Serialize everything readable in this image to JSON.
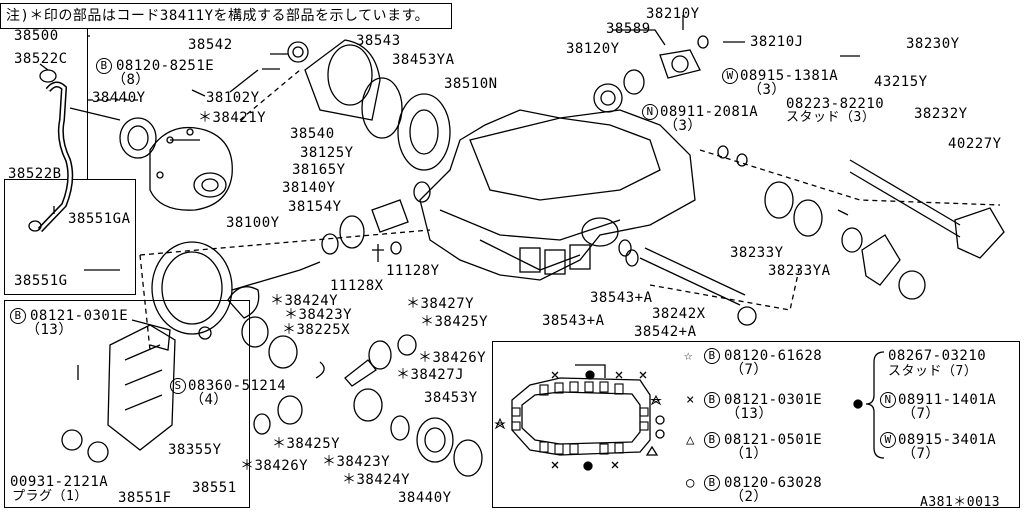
{
  "note": "注)＊印の部品はコード38411Yを構成する部品を示しています。",
  "labels": {
    "p38500": "38500",
    "p38522C": "38522C",
    "p38440Y_top": "38440Y",
    "p38522B": "38522B",
    "p38551GA": "38551GA",
    "p38551G": "38551G",
    "p38542_top": "38542",
    "p08120_8251E": "08120-8251E",
    "q8": "（8）",
    "p38102Y": "38102Y",
    "p38421Y": "＊38421Y",
    "p38543_top": "38543",
    "p38453YA": "38453YA",
    "p38540": "38540",
    "p38510N": "38510N",
    "p38125Y": "38125Y",
    "p38165Y": "38165Y",
    "p38140Y": "38140Y",
    "p38154Y": "38154Y",
    "p38100Y": "38100Y",
    "p11128Y": "11128Y",
    "p11128X": "11128X",
    "p38120Y": "38120Y",
    "p38589": "38589",
    "p38210Y": "38210Y",
    "p38210J": "38210J",
    "p38230Y": "38230Y",
    "p08915_1381A": "08915-1381A",
    "q3a": "（3）",
    "p43215Y": "43215Y",
    "p08911_2081A": "08911-2081A",
    "q3b": "（3）",
    "p08223_82210": "08223-82210",
    "stud3": "スタッド（3）",
    "p38232Y": "38232Y",
    "p40227Y": "40227Y",
    "p38233Y": "38233Y",
    "p38233YA": "38233YA",
    "p38543A_r": "38543+A",
    "p38242X": "38242X",
    "p38543A_l": "38543+A",
    "p38542A": "38542+A",
    "p08121_0301E": "08121-0301E",
    "q13": "（13）",
    "p38424Y_a": "＊38424Y",
    "p38423Y_a": "＊38423Y",
    "p38225X": "＊38225X",
    "p38427Y": "＊38427Y",
    "p38425Y_a": "＊38425Y",
    "p38426Y_a": "＊38426Y",
    "p38427J": "＊38427J",
    "p08360_51214": "08360-51214",
    "q4": "（4）",
    "p38355Y": "38355Y",
    "p38425Y_b": "＊38425Y",
    "p38426Y_b": "＊38426Y",
    "p38423Y_b": "＊38423Y",
    "p38424Y_b": "＊38424Y",
    "p38453Y": "38453Y",
    "p38440Y_bot": "38440Y",
    "p00931_2121A": "00931-2121A",
    "plug1": "プラグ（1）",
    "p38551F": "38551F",
    "p38551": "38551"
  },
  "legend": {
    "items": [
      {
        "symbol": "☆",
        "code": "08120-61628",
        "qty": "（7）"
      },
      {
        "symbol": "×",
        "code": "08121-0301E",
        "qty": "（13）"
      },
      {
        "symbol": "△",
        "code": "08121-0501E",
        "qty": "（1）"
      },
      {
        "symbol": "○",
        "code": "08120-63028",
        "qty": "（2）"
      }
    ],
    "dot_group": [
      {
        "code": "08267-03210",
        "sub": "スタッド（7）"
      },
      {
        "code": "08911-1401A",
        "qty": "（7）",
        "circle": "N"
      },
      {
        "code": "08915-3401A",
        "qty": "（7）",
        "circle": "W"
      }
    ]
  },
  "circle_letters": {
    "B": "B",
    "W": "W",
    "N": "N",
    "S": "S"
  },
  "footer": "A381＊0013"
}
